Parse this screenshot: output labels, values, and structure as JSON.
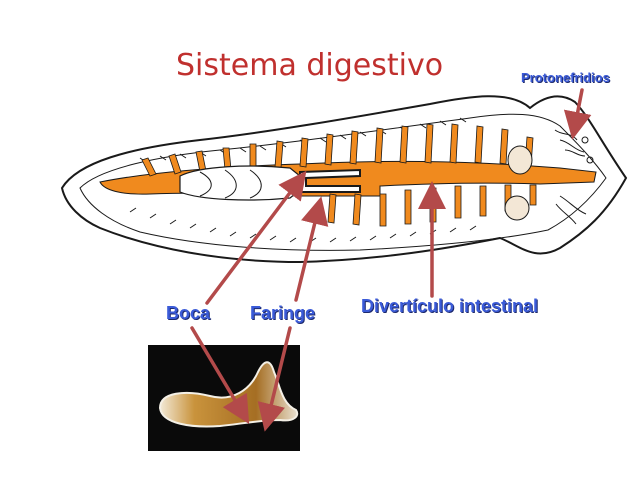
{
  "title": "Sistema digestivo",
  "labels": {
    "protonefridios": "Protonefridios",
    "boca": "Boca",
    "faringe": "Faringe",
    "diverticulo": "Divertículo intestinal"
  },
  "colors": {
    "title": "#c0302e",
    "label_text": "#3b5bd8",
    "arrow": "#b34a4a",
    "gut": "#f08a1e",
    "outline": "#1a1a1a",
    "photo_bg": "#0a0a0a",
    "planarian": "#b9832d"
  },
  "icons": [
    "planarian-diagram",
    "planarian-photo"
  ]
}
